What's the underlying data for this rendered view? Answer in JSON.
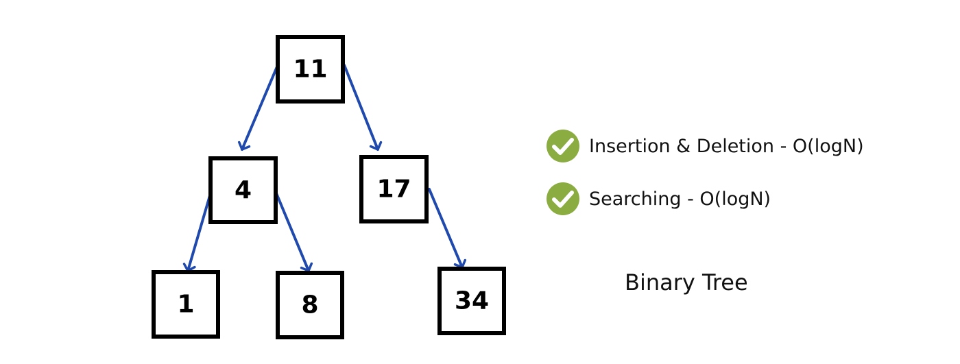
{
  "tree": {
    "nodes": [
      {
        "id": "n11",
        "label": "11"
      },
      {
        "id": "n4",
        "label": "4"
      },
      {
        "id": "n17",
        "label": "17"
      },
      {
        "id": "n1",
        "label": "1"
      },
      {
        "id": "n8",
        "label": "8"
      },
      {
        "id": "n34",
        "label": "34"
      }
    ],
    "edges": [
      {
        "from": "n11",
        "to": "n4"
      },
      {
        "from": "n11",
        "to": "n17"
      },
      {
        "from": "n4",
        "to": "n1"
      },
      {
        "from": "n4",
        "to": "n8"
      },
      {
        "from": "n17",
        "to": "n34"
      }
    ],
    "edge_color": "#1f49ad"
  },
  "features": [
    {
      "label": "Insertion & Deletion - O(logN)",
      "icon": "checkmark-circle-icon"
    },
    {
      "label": "Searching - O(logN)",
      "icon": "checkmark-circle-icon"
    }
  ],
  "check_color": "#8aac41",
  "caption": "Binary Tree"
}
